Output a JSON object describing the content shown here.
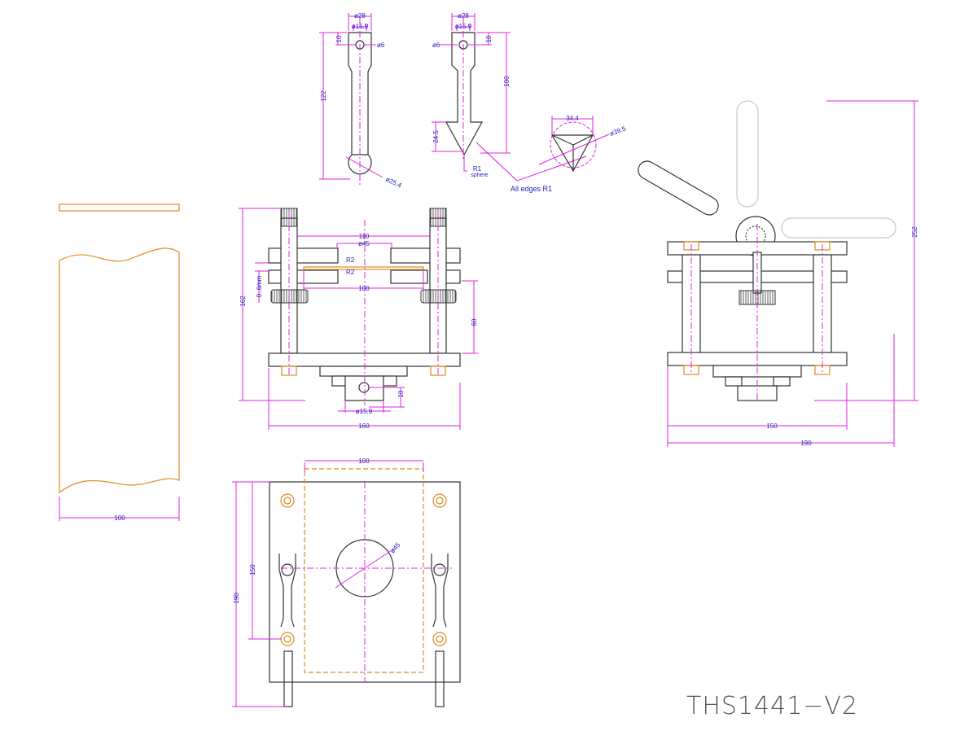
{
  "title": "THS1441−V2",
  "colors": {
    "dimension": "#e020e0",
    "text": "#2020c0",
    "outline": "#333333",
    "reference": "#e08a20",
    "ghost": "#c8c8c8"
  },
  "pin_ball": {
    "dia_head": "ø28",
    "dia_bore": "ø15.9",
    "hole_offset": "10",
    "hole_dia": "ø6",
    "length": "122",
    "ball_dia": "ø25.4"
  },
  "pin_cone": {
    "dia_head": "ø28",
    "dia_bore": "ø15.9",
    "hole_dia": "ø6",
    "hole_offset": "10",
    "length": "100",
    "cone_height": "24.5",
    "tip_radius": "R1",
    "tip_note": "sphere"
  },
  "cone_end_view": {
    "width": "34.4",
    "circle_dia": "ø39.5"
  },
  "edges_note": "All edges R1",
  "front_view": {
    "height": "162",
    "post_spacing": "110",
    "opening_dia": "ø45",
    "radius_top": "R2",
    "radius_bottom": "R2",
    "sample_width": "100",
    "gap": "0..6mm",
    "plate_gap": "60",
    "width": "160",
    "tip_offset": "10",
    "tip_dia": "ø15.9"
  },
  "sample_view": {
    "width": "100"
  },
  "side_view": {
    "height": "252",
    "width_inner": "150",
    "width_outer": "190"
  },
  "plan_view": {
    "sample_width": "100",
    "opening_dia": "ø45",
    "inner_height": "150",
    "outer_height": "190"
  }
}
